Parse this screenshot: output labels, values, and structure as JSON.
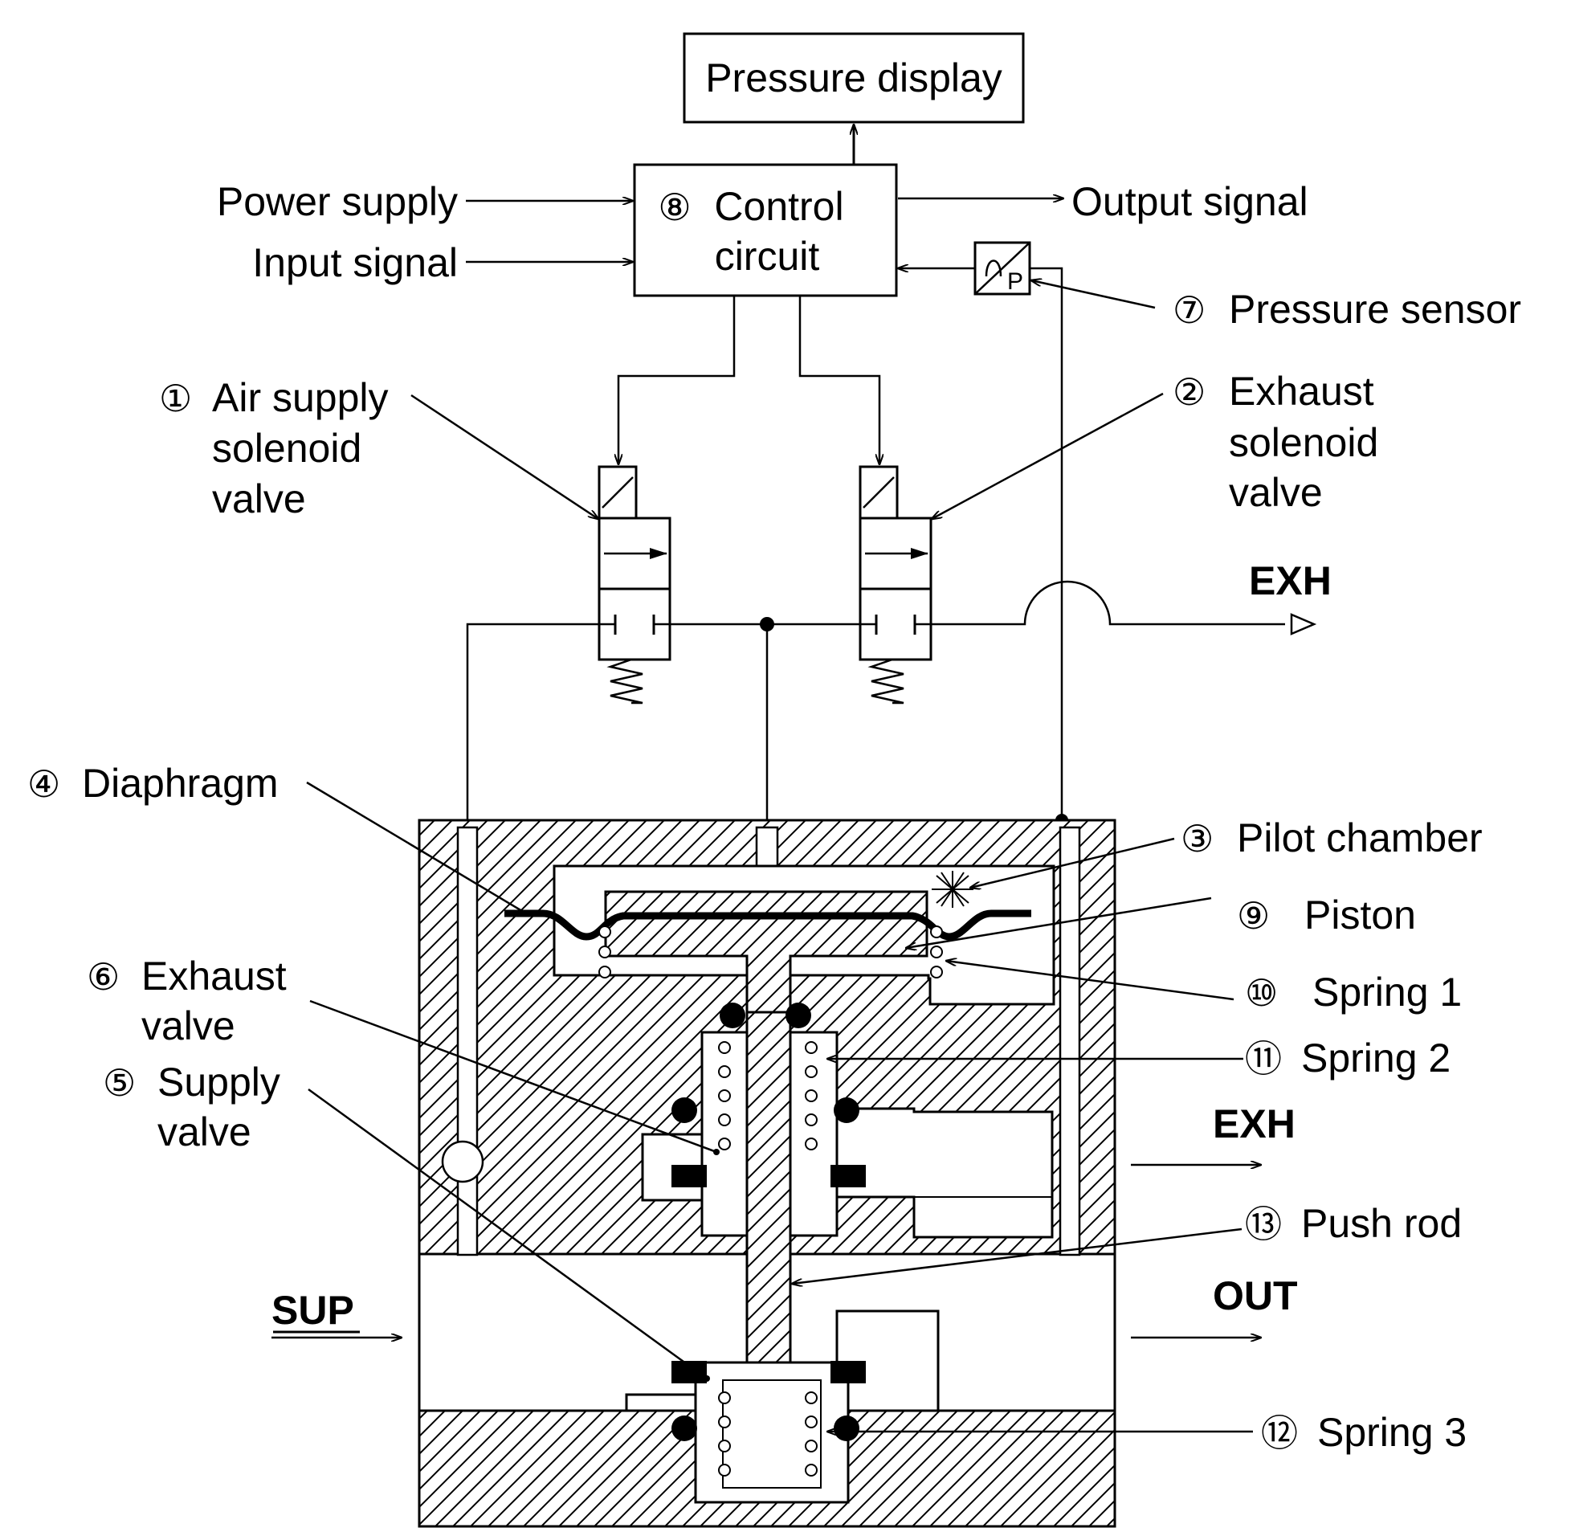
{
  "blocks": {
    "pressure_display": "Pressure display",
    "control_circuit_num": "⑧",
    "control_circuit_line1": "Control",
    "control_circuit_line2": "circuit",
    "sensor_symbol": "P"
  },
  "signals": {
    "power_supply": "Power supply",
    "input_signal": "Input signal",
    "output_signal": "Output signal"
  },
  "ports": {
    "exh_top": "EXH",
    "exh_body": "EXH",
    "sup": "SUP",
    "out": "OUT"
  },
  "components": [
    {
      "num": "①",
      "lines": [
        "Air supply",
        "solenoid",
        "valve"
      ]
    },
    {
      "num": "②",
      "lines": [
        "Exhaust",
        "solenoid",
        "valve"
      ]
    },
    {
      "num": "③",
      "lines": [
        "Pilot chamber"
      ]
    },
    {
      "num": "④",
      "lines": [
        "Diaphragm"
      ]
    },
    {
      "num": "⑤",
      "lines": [
        "Supply",
        "valve"
      ]
    },
    {
      "num": "⑥",
      "lines": [
        "Exhaust",
        "valve"
      ]
    },
    {
      "num": "⑦",
      "lines": [
        "Pressure sensor"
      ]
    },
    {
      "num": "⑨",
      "lines": [
        "Piston"
      ]
    },
    {
      "num": "⑩",
      "lines": [
        "Spring 1"
      ]
    },
    {
      "num": "⑪",
      "lines": [
        "Spring 2"
      ]
    },
    {
      "num": "⑫",
      "lines": [
        "Spring 3"
      ]
    },
    {
      "num": "⑬",
      "lines": [
        "Push rod"
      ]
    }
  ]
}
